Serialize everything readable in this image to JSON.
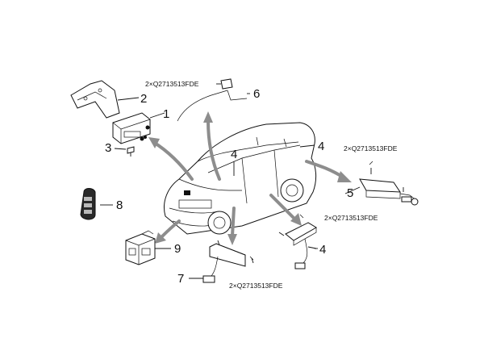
{
  "callouts": {
    "c1": "1",
    "c2": "2",
    "c3": "3",
    "c4_top": "4",
    "c4_mid": "4",
    "c4_bottom": "4",
    "c5": "5",
    "c6": "6",
    "c7": "7",
    "c8": "8",
    "c9": "9"
  },
  "part_numbers": {
    "pn_top": "2×Q2713513FDE",
    "pn_right": "2×Q2713513FDE",
    "pn_middle": "2×Q2713513FDE",
    "pn_bottom": "2×Q2713513FDE"
  },
  "colors": {
    "line": "#111111",
    "arrow": "#8d8d8d",
    "background": "#ffffff"
  }
}
